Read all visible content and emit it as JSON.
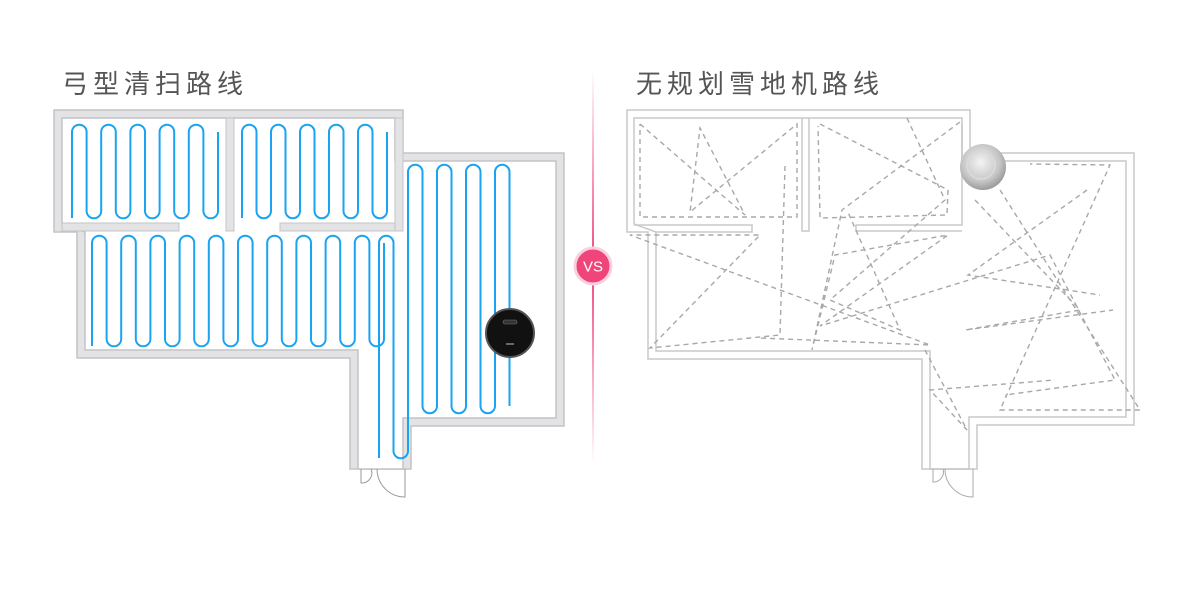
{
  "left_panel": {
    "title": "弓型清扫路线",
    "path_color": "#1aa3f0",
    "robot_color": "#111111"
  },
  "right_panel": {
    "title": "无规划雪地机路线",
    "path_color": "#a8a8a8",
    "robot_color": "#c8c8c8"
  },
  "divider": {
    "badge_label": "VS",
    "accent": "#f0457a"
  },
  "icons": [
    "robot-vacuum-black-icon",
    "robot-vacuum-gray-icon",
    "door-icon"
  ]
}
